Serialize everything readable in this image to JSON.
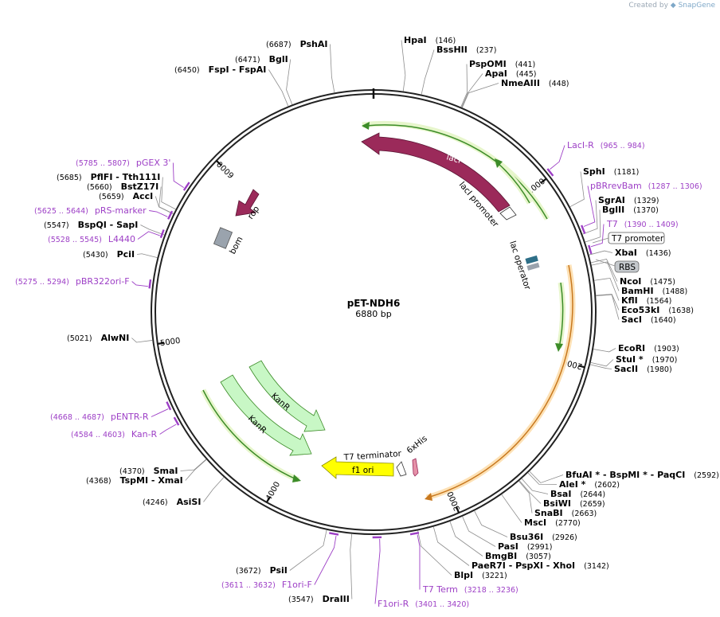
{
  "credit": {
    "prefix": "Created by",
    "brand": "SnapGene"
  },
  "map": {
    "name": "pET-NDH6",
    "length_label": "6880 bp",
    "length": 6880,
    "ticks": [
      "1000",
      "2000",
      "3000",
      "4000",
      "5000",
      "6000"
    ]
  },
  "enzymes": [
    {
      "name": "HpaI",
      "pos": "(146)"
    },
    {
      "name": "BssHII",
      "pos": "(237)"
    },
    {
      "name": "PspOMI",
      "pos": "(441)"
    },
    {
      "name": "ApaI",
      "pos": "(445)"
    },
    {
      "name": "NmeAIII",
      "pos": "(448)"
    },
    {
      "name": "SphI",
      "pos": "(1181)"
    },
    {
      "name": "SgrAI",
      "pos": "(1329)"
    },
    {
      "name": "BglII",
      "pos": "(1370)"
    },
    {
      "name": "XbaI",
      "pos": "(1436)"
    },
    {
      "name": "NcoI",
      "pos": "(1475)"
    },
    {
      "name": "BamHI",
      "pos": "(1488)"
    },
    {
      "name": "KflI",
      "pos": "(1564)"
    },
    {
      "name": "Eco53kI",
      "pos": "(1638)"
    },
    {
      "name": "SacI",
      "pos": "(1640)"
    },
    {
      "name": "EcoRI",
      "pos": "(1903)"
    },
    {
      "name": "StuI *",
      "pos": "(1970)"
    },
    {
      "name": "SacII",
      "pos": "(1980)"
    },
    {
      "name": "BfuAI * - BspMI * - PaqCI",
      "pos": "(2592)"
    },
    {
      "name": "AleI *",
      "pos": "(2602)"
    },
    {
      "name": "BsaI",
      "pos": "(2644)"
    },
    {
      "name": "BsiWI",
      "pos": "(2659)"
    },
    {
      "name": "SnaBI",
      "pos": "(2663)"
    },
    {
      "name": "MscI",
      "pos": "(2770)"
    },
    {
      "name": "Bsu36I",
      "pos": "(2926)"
    },
    {
      "name": "PasI",
      "pos": "(2991)"
    },
    {
      "name": "BmgBI",
      "pos": "(3057)"
    },
    {
      "name": "PaeR7I - PspXI - XhoI",
      "pos": "(3142)"
    },
    {
      "name": "BlpI",
      "pos": "(3221)"
    },
    {
      "name": "DraIII",
      "pos": "(3547)"
    },
    {
      "name": "PsiI",
      "pos": "(3672)"
    },
    {
      "name": "AsiSI",
      "pos": "(4246)"
    },
    {
      "name": "TspMI - XmaI",
      "pos": "(4368)"
    },
    {
      "name": "SmaI",
      "pos": "(4370)"
    },
    {
      "name": "AlwNI",
      "pos": "(5021)"
    },
    {
      "name": "PciI",
      "pos": "(5430)"
    },
    {
      "name": "BspQI - SapI",
      "pos": "(5547)"
    },
    {
      "name": "AccI",
      "pos": "(5659)"
    },
    {
      "name": "BstZ17I",
      "pos": "(5660)"
    },
    {
      "name": "PflFI - Tth111I",
      "pos": "(5685)"
    },
    {
      "name": "FspI - FspAI",
      "pos": "(6450)"
    },
    {
      "name": "BglI",
      "pos": "(6471)"
    },
    {
      "name": "PshAI",
      "pos": "(6687)"
    }
  ],
  "primers": [
    {
      "name": "LacI-R",
      "pos": "(965 .. 984)"
    },
    {
      "name": "pBRrevBam",
      "pos": "(1287 .. 1306)"
    },
    {
      "name": "T7",
      "pos": "(1390 .. 1409)"
    },
    {
      "name": "T7 Term",
      "pos": "(3218 .. 3236)"
    },
    {
      "name": "F1ori-R",
      "pos": "(3401 .. 3420)"
    },
    {
      "name": "F1ori-F",
      "pos": "(3611 .. 3632)"
    },
    {
      "name": "Kan-R",
      "pos": "(4584 .. 4603)"
    },
    {
      "name": "pENTR-R",
      "pos": "(4668 .. 4687)"
    },
    {
      "name": "pBR322ori-F",
      "pos": "(5275 .. 5294)"
    },
    {
      "name": "L4440",
      "pos": "(5528 .. 5545)"
    },
    {
      "name": "pRS-marker",
      "pos": "(5625 .. 5644)"
    },
    {
      "name": "pGEX 3'",
      "pos": "(5785 .. 5807)"
    }
  ],
  "features": {
    "lacI": "lacI",
    "lacI_promoter": "lacI promoter",
    "lac_operator": "lac operator",
    "T7_promoter": "T7 promoter",
    "RBS": "RBS",
    "rop": "rop",
    "bom": "bom",
    "KanR_1": "KanR",
    "KanR_2": "KanR",
    "f1_ori": "f1 ori",
    "T7_terminator": "T7 terminator",
    "His": "6xHis"
  },
  "colors": {
    "lacI": "#9b2a5a",
    "rop": "#9b2a5a",
    "kanR": "#c8f7c5",
    "f1ori": "#ffff00",
    "bom": "#9aa3ad",
    "primer": "#9d3fc6",
    "orf_green": "#3c8c28",
    "orf_orange": "#c8781e"
  }
}
